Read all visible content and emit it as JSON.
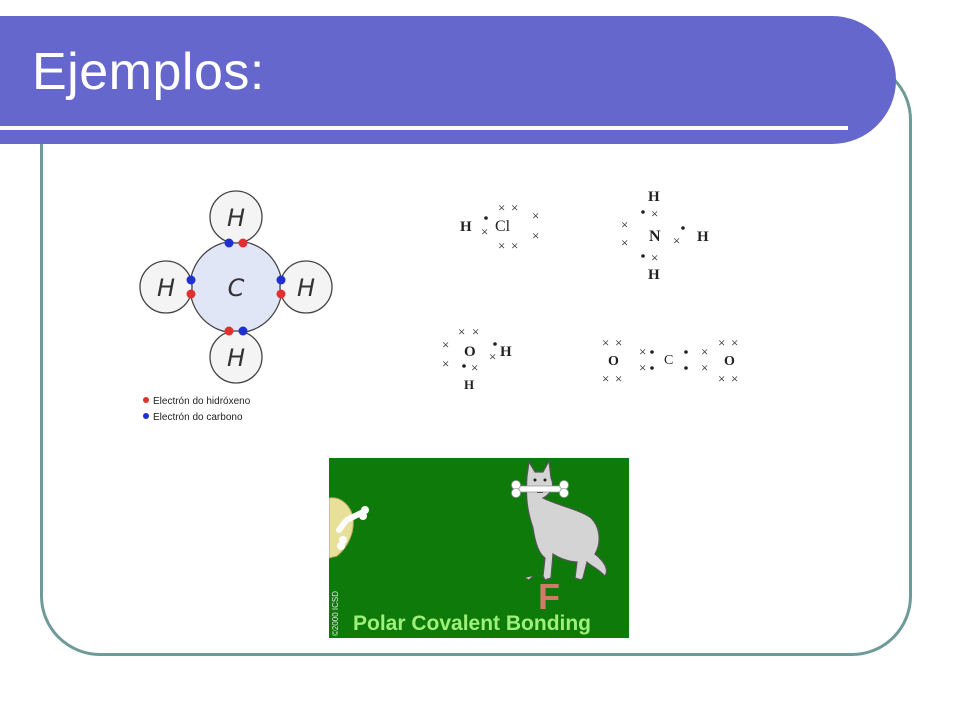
{
  "slide": {
    "title": "Ejemplos:",
    "accent_color": "#6667cc",
    "frame_color": "#6e9a9a"
  },
  "methane": {
    "center_atom": "C",
    "outer_atoms": [
      "H",
      "H",
      "H",
      "H"
    ],
    "legend": [
      {
        "label": "Electrón do hidróxeno",
        "color": "#e03030"
      },
      {
        "label": "Electrón do carbono",
        "color": "#2030d0"
      }
    ]
  },
  "lewis": {
    "hcl": {
      "h": "H",
      "cl": "Cl"
    },
    "nh3": {
      "n": "N",
      "h_top": "H",
      "h_right": "H",
      "h_bottom": "H"
    },
    "h2o": {
      "o": "O",
      "h_right": "H",
      "h_bottom": "H"
    },
    "co2": {
      "o_left": "O",
      "c": "C",
      "o_right": "O"
    }
  },
  "animation": {
    "caption": "Polar Covalent Bonding",
    "atom_label": "F",
    "copyright": "©2000 ICSD",
    "background": "#0d7a0a"
  }
}
